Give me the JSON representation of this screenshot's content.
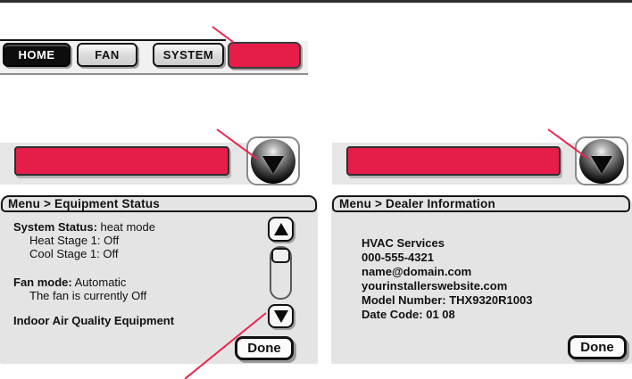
{
  "colors": {
    "accent_red": "#e71d49",
    "callout_red": "#e8254e",
    "panel_bg": "#e4e4e4"
  },
  "tab_bar": {
    "tabs": [
      {
        "label": "HOME",
        "selected": true
      },
      {
        "label": "FAN",
        "selected": false
      },
      {
        "label": "SYSTEM",
        "selected": false
      },
      {
        "label": "",
        "selected": false,
        "highlighted_red": true
      }
    ]
  },
  "scroll_banners": {
    "left": {
      "banner_label": "",
      "arrow_icon": "down-triangle"
    },
    "right": {
      "banner_label": "",
      "arrow_icon": "down-triangle"
    }
  },
  "equipment_status_screen": {
    "breadcrumb": "Menu > Equipment Status",
    "system_status_label": "System Status:",
    "system_status_value": " heat mode",
    "heat_stage_line": "Heat Stage 1: Off",
    "cool_stage_line": "Cool Stage 1: Off",
    "fan_mode_label": "Fan mode:",
    "fan_mode_value": " Automatic",
    "fan_status_line": "The fan is currently Off",
    "iaq_heading": "Indoor Air Quality Equipment",
    "done_label": "Done"
  },
  "dealer_info_screen": {
    "breadcrumb": "Menu > Dealer Information",
    "lines": [
      "HVAC Services",
      "000-555-4321",
      "name@domain.com",
      "yourinstallerswebsite.com",
      "Model Number: THX9320R1003",
      "Date Code: 01 08"
    ],
    "done_label": "Done"
  }
}
